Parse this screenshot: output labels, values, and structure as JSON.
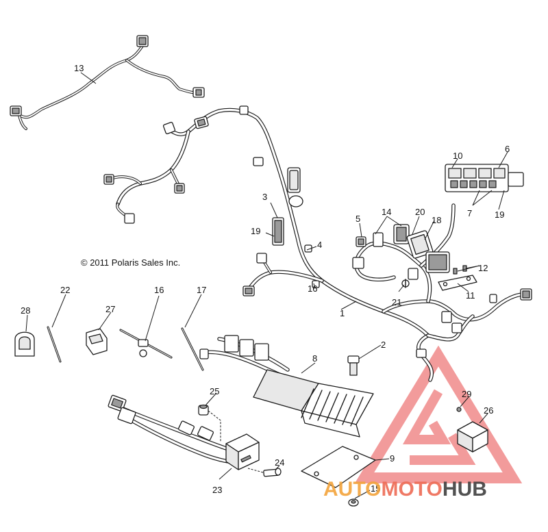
{
  "copyright": "© 2011 Polaris Sales Inc.",
  "watermark": {
    "part1": "AUTO",
    "part2": "MOTO",
    "part3": "HUB",
    "colors": {
      "triangle": "#f08080",
      "auto": "#f3a43b",
      "moto": "#ee6b55",
      "hub": "#3f3f3f"
    }
  },
  "callouts": [
    {
      "id": "c1",
      "label": "1"
    },
    {
      "id": "c2",
      "label": "2"
    },
    {
      "id": "c3",
      "label": "3"
    },
    {
      "id": "c4",
      "label": "4"
    },
    {
      "id": "c5",
      "label": "5"
    },
    {
      "id": "c6",
      "label": "6"
    },
    {
      "id": "c7",
      "label": "7"
    },
    {
      "id": "c8",
      "label": "8"
    },
    {
      "id": "c9",
      "label": "9"
    },
    {
      "id": "c10",
      "label": "10"
    },
    {
      "id": "c11",
      "label": "11"
    },
    {
      "id": "c12",
      "label": "12"
    },
    {
      "id": "c13",
      "label": "13"
    },
    {
      "id": "c14",
      "label": "14"
    },
    {
      "id": "c15",
      "label": "15"
    },
    {
      "id": "c16a",
      "label": "16"
    },
    {
      "id": "c16b",
      "label": "16"
    },
    {
      "id": "c17",
      "label": "17"
    },
    {
      "id": "c18",
      "label": "18"
    },
    {
      "id": "c19a",
      "label": "19"
    },
    {
      "id": "c19b",
      "label": "19"
    },
    {
      "id": "c20",
      "label": "20"
    },
    {
      "id": "c21",
      "label": "21"
    },
    {
      "id": "c22",
      "label": "22"
    },
    {
      "id": "c23",
      "label": "23"
    },
    {
      "id": "c24",
      "label": "24"
    },
    {
      "id": "c25",
      "label": "25"
    },
    {
      "id": "c26",
      "label": "26"
    },
    {
      "id": "c27",
      "label": "27"
    },
    {
      "id": "c28",
      "label": "28"
    },
    {
      "id": "c29",
      "label": "29"
    }
  ]
}
